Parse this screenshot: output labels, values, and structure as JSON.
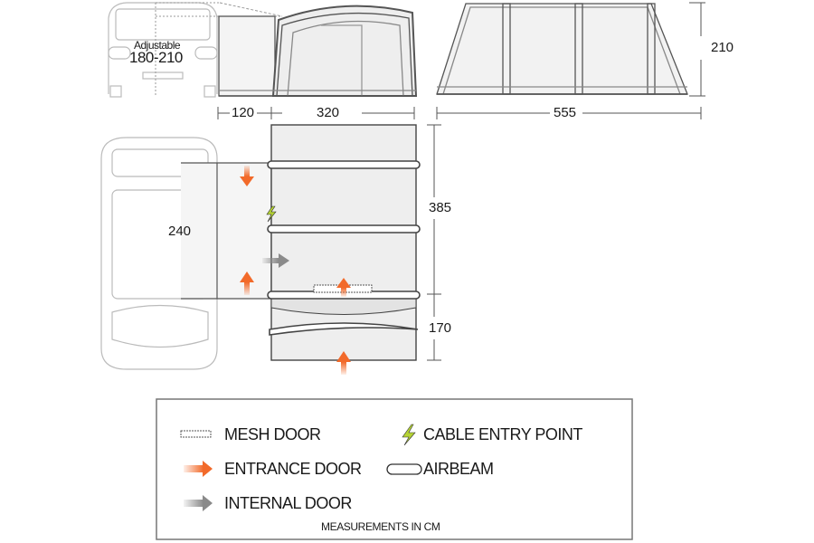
{
  "front_view": {
    "adjustable_label": "Adjustable",
    "adjustable_range": "180-210"
  },
  "dimensions": {
    "driveaway_length": "120",
    "tent_length": "320",
    "total_length": "555",
    "height": "210",
    "width_main": "385",
    "porch_depth": "170",
    "driveaway_width": "240"
  },
  "legend": {
    "items": [
      {
        "icon": "mesh-door-icon",
        "label": "MESH DOOR"
      },
      {
        "icon": "cable-entry-icon",
        "label": "CABLE ENTRY POINT"
      },
      {
        "icon": "entrance-door-arrow-icon",
        "label": "ENTRANCE DOOR"
      },
      {
        "icon": "airbeam-icon",
        "label": "AIRBEAM"
      },
      {
        "icon": "internal-door-arrow-icon",
        "label": "INTERNAL DOOR"
      }
    ],
    "footer": "MEASUREMENTS IN CM"
  },
  "colors": {
    "entrance": "#f26a2a",
    "internal": "#8a8a8a",
    "cable": "#b5d334",
    "line": "#555555",
    "car": "#bbbbbb"
  }
}
